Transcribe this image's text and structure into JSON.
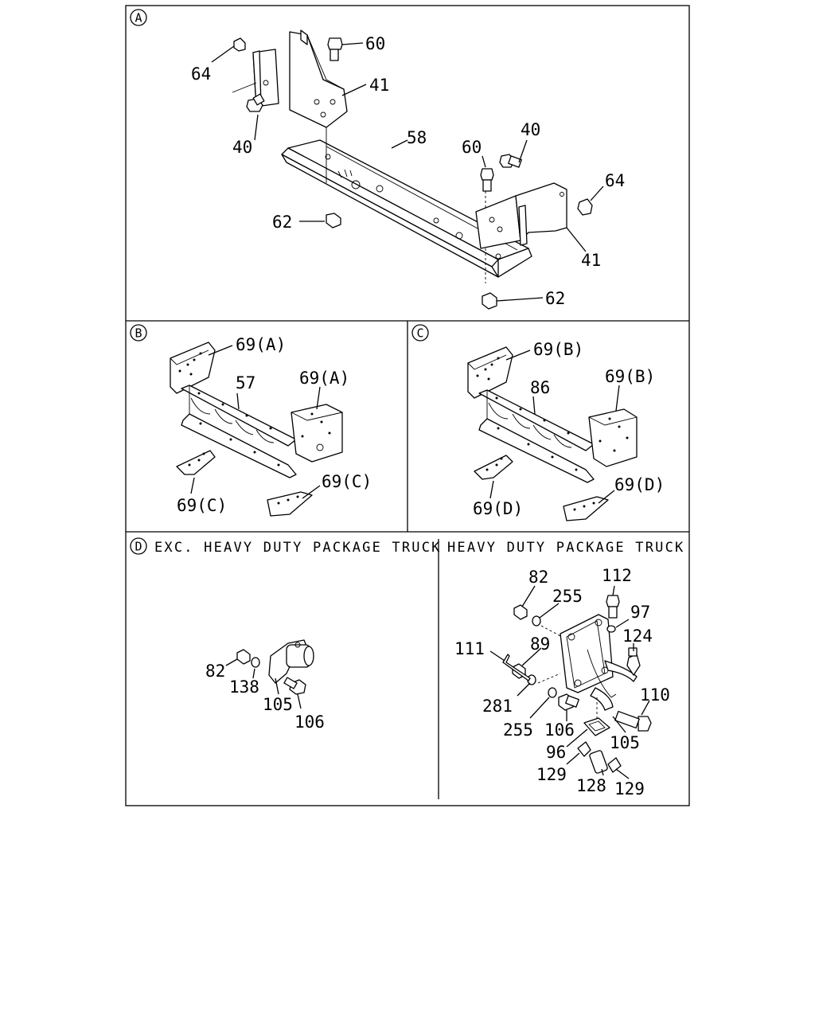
{
  "colors": {
    "ink": "#000000",
    "paper": "#ffffff"
  },
  "panels": {
    "A": {
      "marker": "A",
      "labels": {
        "n64_left": "64",
        "n60_top": "60",
        "n41_left": "41",
        "n40_left": "40",
        "n58": "58",
        "n60_right": "60",
        "n40_right": "40",
        "n64_right": "64",
        "n62_left": "62",
        "n41_right": "41",
        "n62_bottom": "62"
      }
    },
    "B": {
      "marker": "B",
      "labels": {
        "p69a_top": "69(A)",
        "p57": "57",
        "p69a_right": "69(A)",
        "p69c_right": "69(C)",
        "p69c_left": "69(C)"
      }
    },
    "C": {
      "marker": "C",
      "labels": {
        "p69b_top": "69(B)",
        "p86": "86",
        "p69b_right": "69(B)",
        "p69d_right": "69(D)",
        "p69d_left": "69(D)"
      }
    },
    "D": {
      "marker": "D",
      "left_title": "EXC. HEAVY DUTY PACKAGE TRUCK",
      "right_title": "HEAVY DUTY PACKAGE TRUCK",
      "left_labels": {
        "n82": "82",
        "n138": "138",
        "n105": "105",
        "n106": "106"
      },
      "right_labels": {
        "n82": "82",
        "n255_top": "255",
        "n112": "112",
        "n97": "97",
        "n124": "124",
        "n111": "111",
        "n89": "89",
        "n110": "110",
        "n281": "281",
        "n255_bottom": "255",
        "n106": "106",
        "n105": "105",
        "n96": "96",
        "n129_left": "129",
        "n128": "128",
        "n129_right": "129"
      }
    }
  }
}
